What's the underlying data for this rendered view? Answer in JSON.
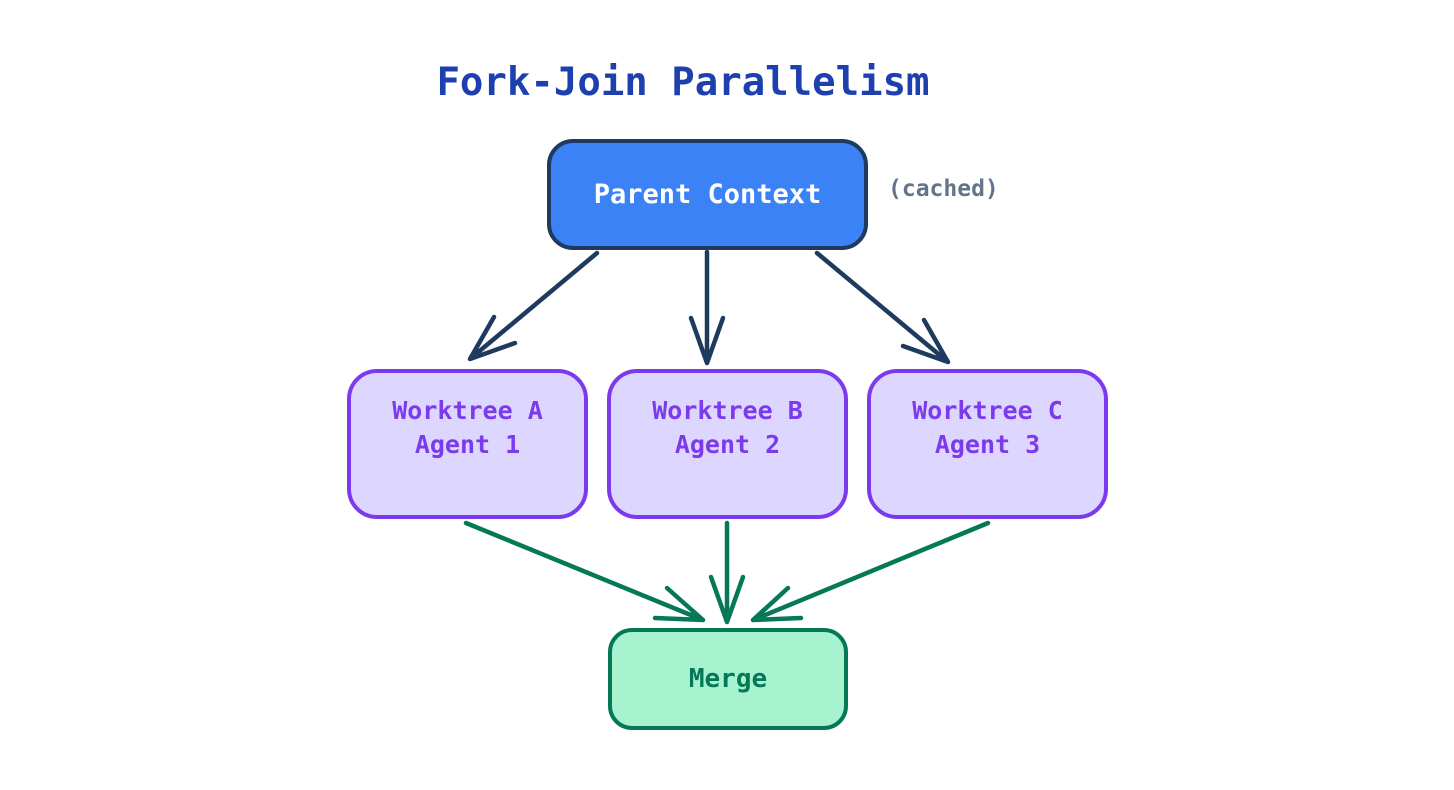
{
  "title": "Fork-Join Parallelism",
  "parent_node": {
    "label": "Parent Context",
    "annotation": "(cached)"
  },
  "worktree_nodes": [
    {
      "title": "Worktree A",
      "subtitle": "Agent 1"
    },
    {
      "title": "Worktree B",
      "subtitle": "Agent 2"
    },
    {
      "title": "Worktree C",
      "subtitle": "Agent 3"
    }
  ],
  "merge_node": {
    "label": "Merge"
  },
  "colors": {
    "title-color": "#1e40af",
    "blue-fill": "#3b82f6",
    "blue-border": "#1e3a5f",
    "blue-text": "#ffffff",
    "purple-fill": "#ddd6fe",
    "purple-border": "#7c3aed",
    "purple-text": "#7c3aed",
    "green-fill": "#a7f3d0",
    "green-border": "#047857",
    "green-text": "#047857",
    "edge-navy": "#1e3a5f",
    "edge-green": "#047857",
    "muted": "#64748b"
  }
}
